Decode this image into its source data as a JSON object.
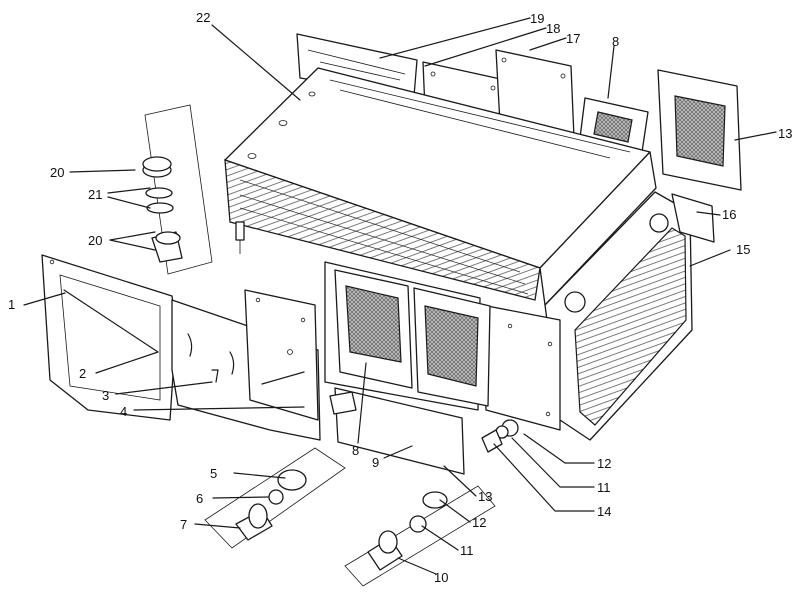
{
  "callouts": {
    "c1": "1",
    "c2": "2",
    "c3": "3",
    "c4": "4",
    "c5": "5",
    "c6": "6",
    "c7": "7",
    "c8_top": "8",
    "c8_bottom": "8",
    "c9": "9",
    "c10": "10",
    "c11_right": "11",
    "c11_bottom": "11",
    "c12_right": "12",
    "c12_bottom": "12",
    "c13_right": "13",
    "c13_bottom": "13",
    "c14": "14",
    "c15": "15",
    "c16": "16",
    "c17": "17",
    "c18": "18",
    "c19": "19",
    "c20_top": "20",
    "c20_bottom": "20",
    "c21": "21",
    "c22": "22"
  }
}
